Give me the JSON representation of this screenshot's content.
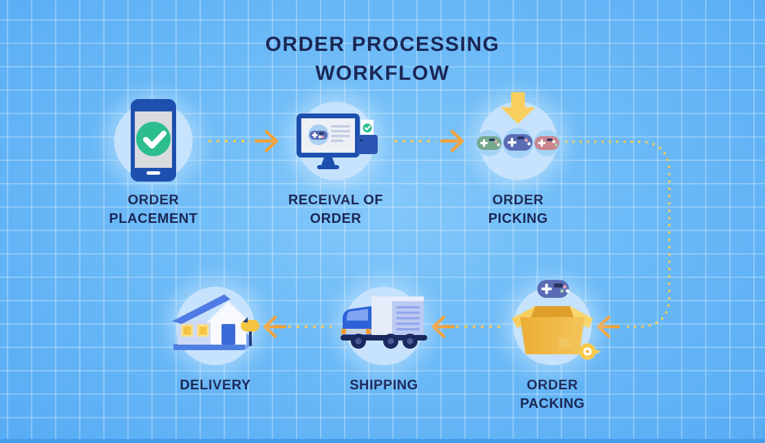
{
  "title": {
    "line1": "ORDER PROCESSING",
    "line2": "WORKFLOW"
  },
  "steps": [
    {
      "label": "ORDER PLACEMENT",
      "icon": "phone-order-confirmed-icon"
    },
    {
      "label": "RECEIVAL OF ORDER",
      "icon": "monitor-order-received-icon"
    },
    {
      "label": "ORDER PICKING",
      "icon": "controllers-picking-icon"
    },
    {
      "label": "ORDER PACKING",
      "icon": "box-packing-icon"
    },
    {
      "label": "SHIPPING",
      "icon": "delivery-truck-icon"
    },
    {
      "label": "DELIVERY",
      "icon": "house-delivery-icon"
    }
  ],
  "colors": {
    "background_blue": "#6cbaf7",
    "grid_line": "rgba(255,255,255,0.28)",
    "text_navy": "#1b2756",
    "circle_fill": "#c6e2fc",
    "dot_yellow": "#f6cb52",
    "arrow_orange": "#f2a137",
    "success_green": "#2cbd8e",
    "device_blue": "#1d4fae",
    "controller_indigo": "#5a6cb4",
    "controller_green": "#74a98e",
    "controller_pink": "#ca868d",
    "box_yellow": "#f3c153",
    "truck_lavender": "#bcc9f2",
    "roof_blue": "#4f7ce4"
  }
}
